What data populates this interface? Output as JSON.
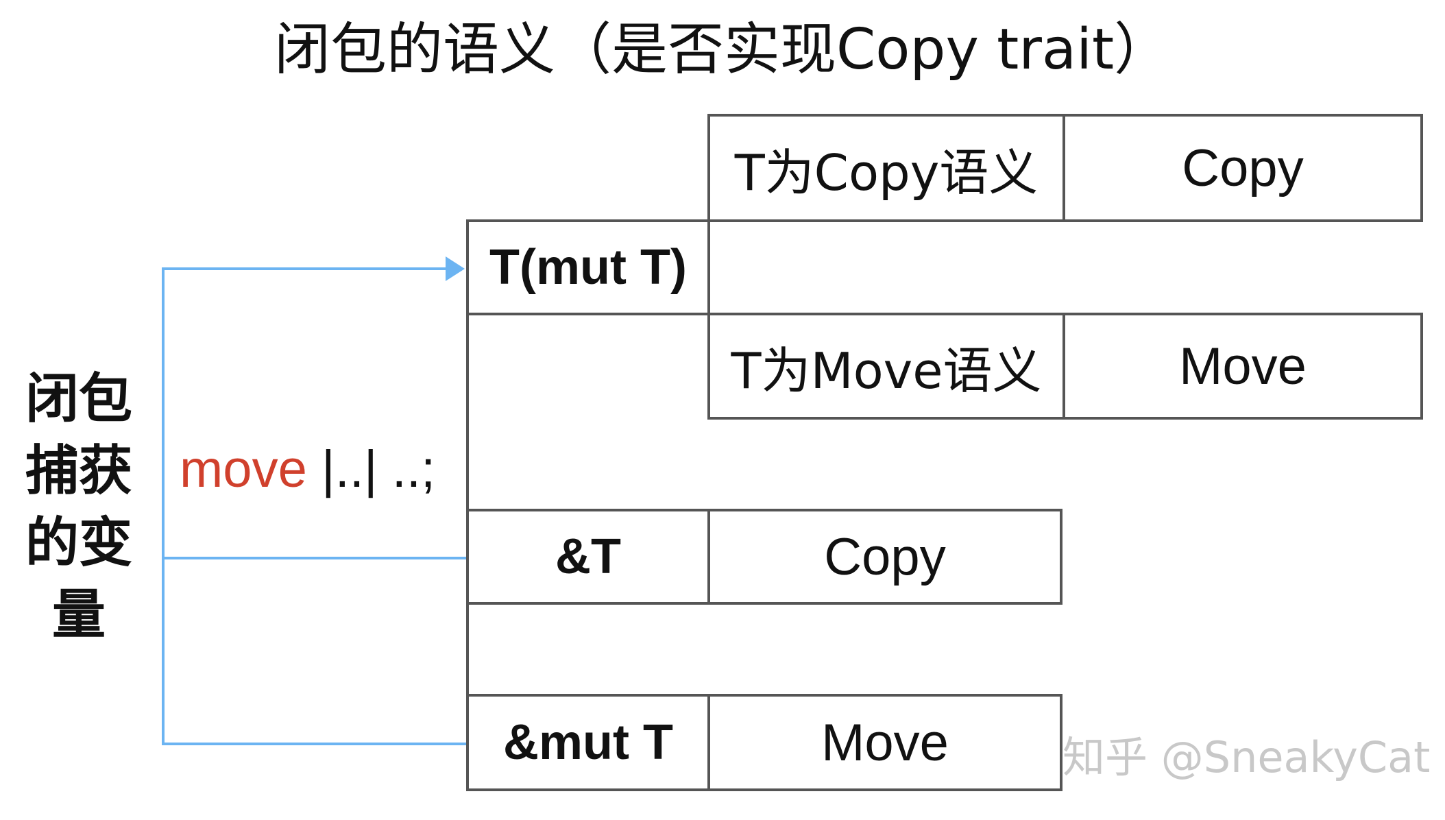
{
  "title": "闭包的语义（是否实现Copy trait）",
  "captured_variable_label": [
    "闭包",
    "捕获",
    "的变",
    "量"
  ],
  "move_syntax": {
    "keyword": "move",
    "rest": " |..| ..;"
  },
  "rows": {
    "owned": {
      "label": "T(mut T)",
      "copy_semantics_label": "T为Copy语义",
      "copy_result": "Copy",
      "move_semantics_label": "T为Move语义",
      "move_result": "Move"
    },
    "shared_ref": {
      "label": "&T",
      "result": "Copy"
    },
    "mut_ref": {
      "label": "&mut T",
      "result": "Move"
    }
  },
  "watermark": "知乎 @SneakyCat",
  "colors": {
    "connector_line": "#6cb4f2",
    "move_keyword": "#d0402c",
    "box_border": "#555555",
    "watermark": "#c8c8c8"
  }
}
